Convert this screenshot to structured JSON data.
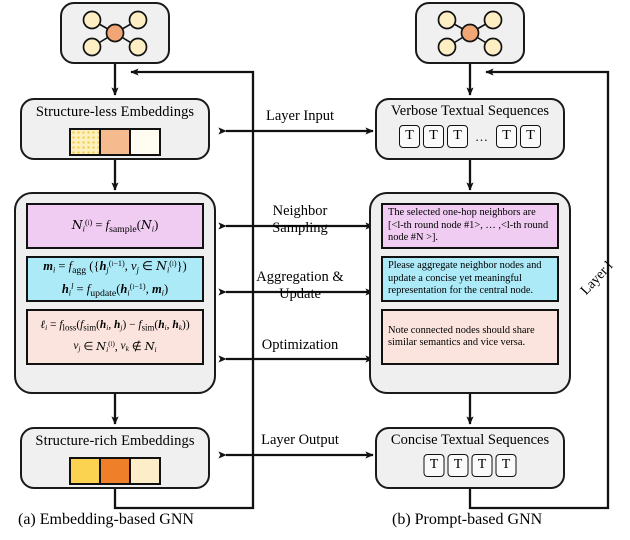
{
  "figure": {
    "captions": [
      {
        "id": "a",
        "text": "(a) Embedding-based GNN"
      },
      {
        "id": "b",
        "text": "(b) Prompt-based GNN"
      }
    ],
    "layer_label": "Layer l"
  },
  "middle_labels": [
    {
      "name": "layer-input",
      "line1": "Layer Input",
      "line2": ""
    },
    {
      "name": "neighbor-sampling",
      "line1": "Neighbor",
      "line2": "Sampling"
    },
    {
      "name": "aggregation-update",
      "line1": "Aggregation &",
      "line2": "Update"
    },
    {
      "name": "optimization",
      "line1": "Optimization",
      "line2": ""
    },
    {
      "name": "layer-output",
      "line1": "Layer Output",
      "line2": ""
    }
  ],
  "left": {
    "graph_glyph": "star-graph-icon",
    "input_box": {
      "title": "Structure-less Embeddings",
      "swatches": [
        "#fdf0bf",
        "#f5bb8e",
        "#fffcf2"
      ]
    },
    "output_box": {
      "title": "Structure-rich Embeddings",
      "swatches": [
        "#fbd351",
        "#ef7f29",
        "#fdedc8"
      ]
    },
    "panels": [
      {
        "name": "sample-formula",
        "color": "#f0ccf2",
        "lines": [
          "N_i^(l) = f_sample( N_i )"
        ]
      },
      {
        "name": "aggregate-update-formula",
        "color": "#adeaf8",
        "lines": [
          "m_i = f_agg( { h_j^(l-1), v_j ∈ N_i^(l) } )",
          "h_i^l = f_update( h_i^(l-1), m_i )"
        ]
      },
      {
        "name": "loss-formula",
        "color": "#fbe4dd",
        "lines": [
          "l_i = f_loss( f_sim(h_i, h_j) − f_sim(h_i, h_k) )",
          "v_j ∈ N_i^(l), v_k ∉ N_i"
        ]
      }
    ]
  },
  "right": {
    "graph_glyph": "star-graph-icon",
    "input_box": {
      "title": "Verbose Textual Sequences",
      "tokens": [
        "T",
        "T",
        "T",
        "…",
        "T",
        "T"
      ]
    },
    "output_box": {
      "title": "Concise Textual Sequences",
      "tokens": [
        "T",
        "T",
        "T",
        "T"
      ]
    },
    "panels": [
      {
        "name": "neighbor-prompt",
        "color": "#f0ccf2",
        "text": "The selected one-hop neighbors are [<l-th round node #1>, … ,<l-th round node #N >]."
      },
      {
        "name": "aggregation-prompt",
        "color": "#adeaf8",
        "text": "Please aggregate neighbor nodes and update a concise yet meaningful representation for the central node."
      },
      {
        "name": "optimization-prompt",
        "color": "#fbe4dd",
        "text": "Note connected nodes should share similar semantics and vice versa."
      }
    ]
  },
  "colors": {
    "stroke": "#111111",
    "panel_purple": "#f0ccf2",
    "panel_blue": "#adeaf8",
    "panel_pink": "#fbe4dd",
    "container_gray": "#efefef",
    "node_center": "#f0a675",
    "node_leaf": "#fdeec4"
  }
}
